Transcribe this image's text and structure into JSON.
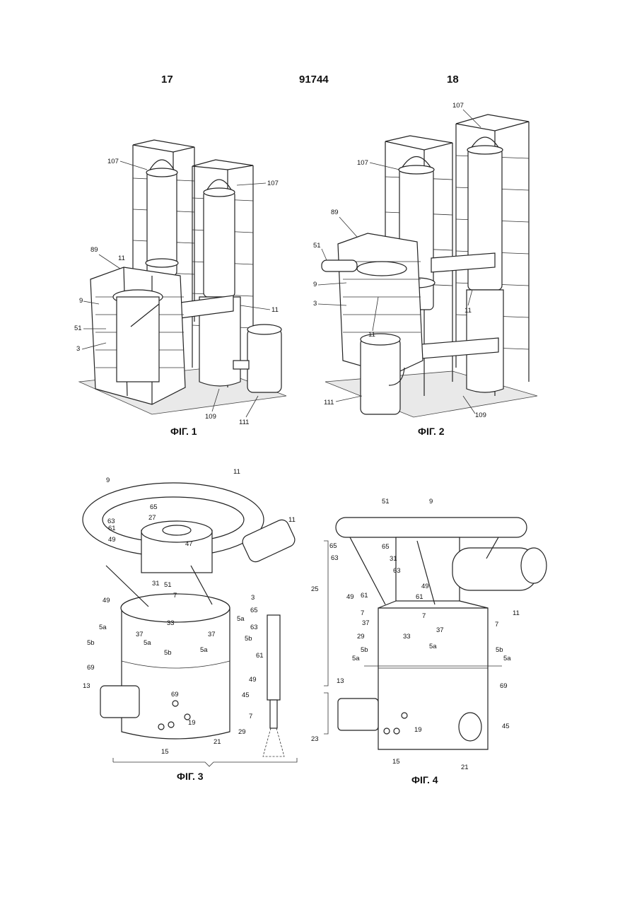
{
  "header": {
    "page_left": "17",
    "patent_number": "91744",
    "page_right": "18"
  },
  "figures": {
    "fig1": {
      "caption": "ФІГ. 1",
      "labels": [
        "107",
        "107",
        "89",
        "11",
        "9",
        "11",
        "51",
        "3",
        "109",
        "111"
      ]
    },
    "fig2": {
      "caption": "ФІГ. 2",
      "labels": [
        "107",
        "107",
        "89",
        "51",
        "9",
        "3",
        "11",
        "11",
        "111",
        "109"
      ]
    },
    "fig3": {
      "caption": "ФІГ. 3",
      "labels": [
        "9",
        "11",
        "65",
        "63",
        "27",
        "61",
        "49",
        "47",
        "11",
        "31",
        "51",
        "49",
        "7",
        "3",
        "65",
        "63",
        "33",
        "37",
        "37",
        "5a",
        "5a",
        "5b",
        "5a",
        "5b",
        "5b",
        "5a",
        "69",
        "61",
        "13",
        "69",
        "45",
        "49",
        "19",
        "15",
        "29",
        "21",
        "7"
      ]
    },
    "fig4": {
      "caption": "ФІГ. 4",
      "labels": [
        "51",
        "9",
        "65",
        "65",
        "63",
        "31",
        "63",
        "49",
        "61",
        "49",
        "61",
        "11",
        "25",
        "7",
        "37",
        "7",
        "37",
        "7",
        "29",
        "33",
        "5b",
        "5a",
        "5a",
        "5b",
        "5a",
        "69",
        "13",
        "23",
        "19",
        "45",
        "15",
        "21"
      ]
    }
  }
}
